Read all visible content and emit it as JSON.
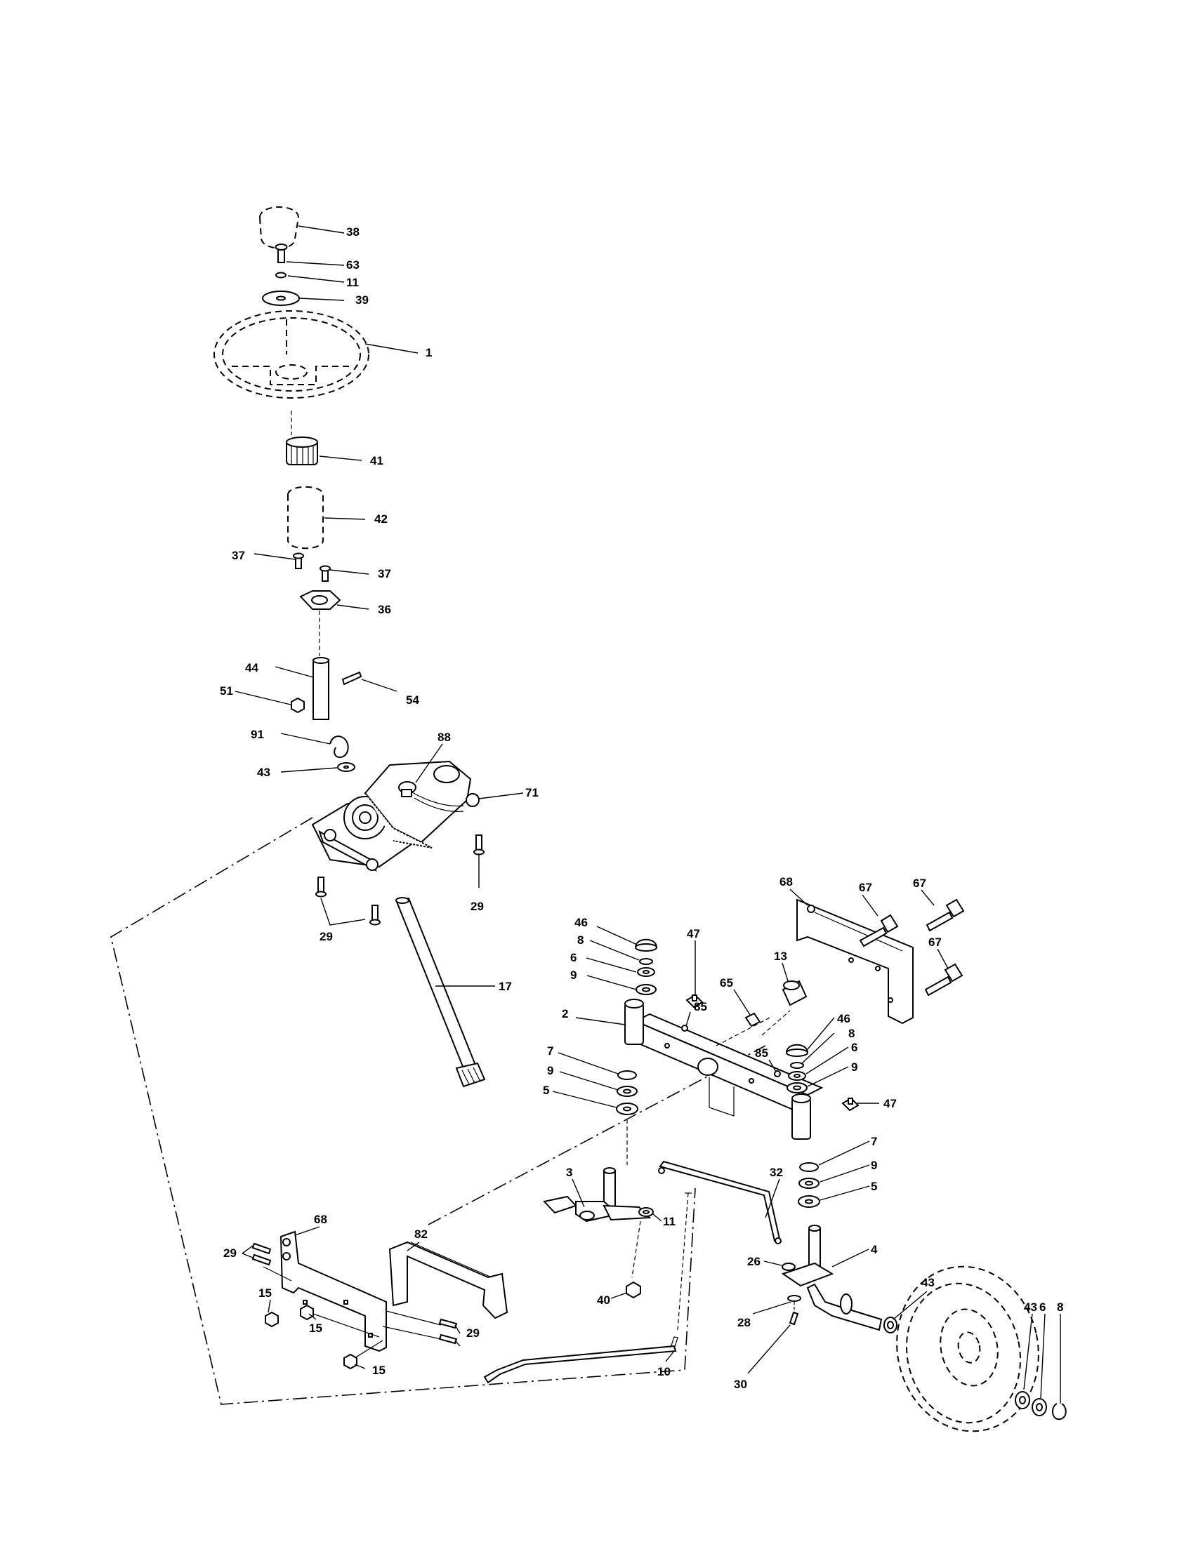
{
  "callouts": [
    {
      "id": "c38",
      "text": "38"
    },
    {
      "id": "c63",
      "text": "63"
    },
    {
      "id": "c11a",
      "text": "11"
    },
    {
      "id": "c39",
      "text": "39"
    },
    {
      "id": "c1",
      "text": "1"
    },
    {
      "id": "c41",
      "text": "41"
    },
    {
      "id": "c42",
      "text": "42"
    },
    {
      "id": "c37a",
      "text": "37"
    },
    {
      "id": "c37b",
      "text": "37"
    },
    {
      "id": "c36",
      "text": "36"
    },
    {
      "id": "c44",
      "text": "44"
    },
    {
      "id": "c51",
      "text": "51"
    },
    {
      "id": "c54",
      "text": "54"
    },
    {
      "id": "c91",
      "text": "91"
    },
    {
      "id": "c88",
      "text": "88"
    },
    {
      "id": "c43a",
      "text": "43"
    },
    {
      "id": "c71",
      "text": "71"
    },
    {
      "id": "c29a",
      "text": "29"
    },
    {
      "id": "c29b",
      "text": "29"
    },
    {
      "id": "c17",
      "text": "17"
    },
    {
      "id": "c68a",
      "text": "68"
    },
    {
      "id": "c67a",
      "text": "67"
    },
    {
      "id": "c67b",
      "text": "67"
    },
    {
      "id": "c67c",
      "text": "67"
    },
    {
      "id": "c46a",
      "text": "46"
    },
    {
      "id": "c8a",
      "text": "8"
    },
    {
      "id": "c6a",
      "text": "6"
    },
    {
      "id": "c9a",
      "text": "9"
    },
    {
      "id": "c47a",
      "text": "47"
    },
    {
      "id": "c13",
      "text": "13"
    },
    {
      "id": "c65",
      "text": "65"
    },
    {
      "id": "c85a",
      "text": "85"
    },
    {
      "id": "c2",
      "text": "2"
    },
    {
      "id": "c46b",
      "text": "46"
    },
    {
      "id": "c8b",
      "text": "8"
    },
    {
      "id": "c85b",
      "text": "85"
    },
    {
      "id": "c6b",
      "text": "6"
    },
    {
      "id": "c7a",
      "text": "7"
    },
    {
      "id": "c9b",
      "text": "9"
    },
    {
      "id": "c9c",
      "text": "9"
    },
    {
      "id": "c47b",
      "text": "47"
    },
    {
      "id": "c5a",
      "text": "5"
    },
    {
      "id": "c7b",
      "text": "7"
    },
    {
      "id": "c9d",
      "text": "9"
    },
    {
      "id": "c32",
      "text": "32"
    },
    {
      "id": "c5b",
      "text": "5"
    },
    {
      "id": "c3",
      "text": "3"
    },
    {
      "id": "c11b",
      "text": "11"
    },
    {
      "id": "c4",
      "text": "4"
    },
    {
      "id": "c26",
      "text": "26"
    },
    {
      "id": "c43b",
      "text": "43"
    },
    {
      "id": "c68b",
      "text": "68"
    },
    {
      "id": "c82",
      "text": "82"
    },
    {
      "id": "c29c",
      "text": "29"
    },
    {
      "id": "c15a",
      "text": "15"
    },
    {
      "id": "c15b",
      "text": "15"
    },
    {
      "id": "c29d",
      "text": "29"
    },
    {
      "id": "c15c",
      "text": "15"
    },
    {
      "id": "c40",
      "text": "40"
    },
    {
      "id": "c28",
      "text": "28"
    },
    {
      "id": "c43c",
      "text": "43"
    },
    {
      "id": "c6c",
      "text": "6"
    },
    {
      "id": "c8c",
      "text": "8"
    },
    {
      "id": "c10",
      "text": "10"
    },
    {
      "id": "c30",
      "text": "30"
    }
  ]
}
